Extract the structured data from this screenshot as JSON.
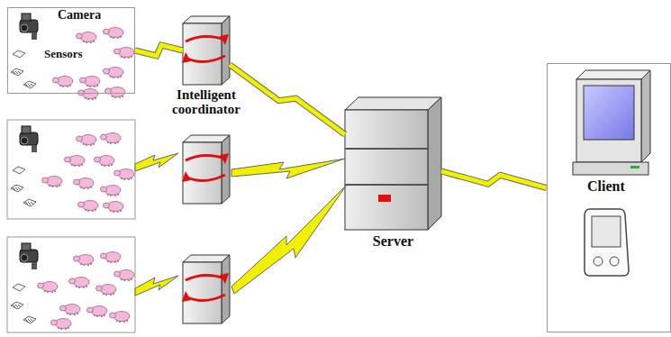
{
  "diagram": {
    "nodes": [
      {
        "text": [
          "Camera",
          "Sensors"
        ]
      },
      {
        "text": [
          "Intelligent coordinator"
        ]
      },
      {
        "text": [
          "Server"
        ]
      },
      {
        "text": [
          "Client"
        ]
      }
    ],
    "edges": [
      {
        "from": 0,
        "to": 1,
        "arrow": "none"
      },
      {
        "from": 1,
        "to": 2,
        "arrow": "none"
      },
      {
        "from": 2,
        "to": 3,
        "arrow": "none"
      }
    ]
  }
}
